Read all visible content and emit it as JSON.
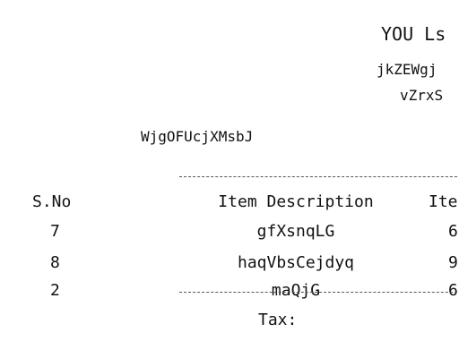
{
  "store": {
    "name": "YOU Ls",
    "address_line_1": "jkZEWgj",
    "address_line_2": "vZrxS"
  },
  "reference": "WjgOFUcjXMsbJ",
  "table": {
    "headers": {
      "sno": "S.No",
      "description": "Item Description",
      "item": "Ite"
    },
    "rows": [
      {
        "sno": "7",
        "description": "gfXsnqLG",
        "item": "6"
      },
      {
        "sno": "8",
        "description": "haqVbsCejdyq",
        "item": "9"
      },
      {
        "sno": "2",
        "description": "maQjG",
        "item": "6"
      }
    ]
  },
  "footer": {
    "tax_label": "Tax:"
  }
}
